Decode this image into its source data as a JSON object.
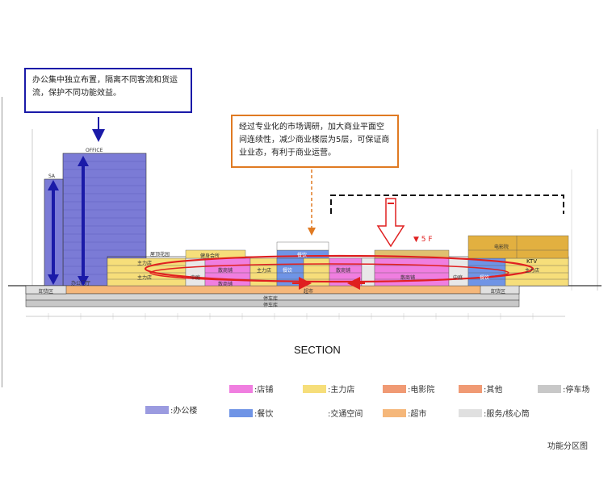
{
  "callouts": {
    "office": "办公集中独立布置，隔离不同客流和货运流，保护不同功能效益。",
    "market": "经过专业化的市场调研，加大商业平面空间连续性，减少商业楼层为5层，可保证商业业态，有利于商业运营。"
  },
  "section": {
    "title": "SECTION",
    "office_label": "OFFICE",
    "sa_label": "SA",
    "roof_garden": "屋顶花园",
    "gym": "健身会所",
    "catering": "餐饮",
    "cinema": "电影院",
    "ktv": "KTV",
    "floor_marker": "▼ 5 F",
    "anchor": "主力店",
    "shops": "散商铺",
    "supermarket": "超市",
    "parking": "停车库",
    "unloading": "卸货区",
    "central_atrium": "中庭",
    "office_lobby": "办公门厅"
  },
  "legend": [
    {
      "label": ":店铺",
      "color": "#f07ee0"
    },
    {
      "label": ":主力店",
      "color": "#f6de7a"
    },
    {
      "label": ":电影院",
      "color": "#f09a74"
    },
    {
      "label": ":其他",
      "color": "#f09a74"
    },
    {
      "label": ":停车场",
      "color": "#c8c8c8"
    },
    {
      "label": ":办公楼",
      "color": "#9b9be0"
    },
    {
      "label": ":餐饮",
      "color": "#6f94e6"
    },
    {
      "label": ":交通空间",
      "color": "#ffffff"
    },
    {
      "label": ":超市",
      "color": "#f5b77a"
    },
    {
      "label": ":服务/核心筒",
      "color": "#e0e0e0"
    }
  ],
  "footer_caption": "功能分区图",
  "colors": {
    "blue_accent": "#1a1aa8",
    "orange_accent": "#e07a22",
    "red_accent": "#e02020"
  }
}
